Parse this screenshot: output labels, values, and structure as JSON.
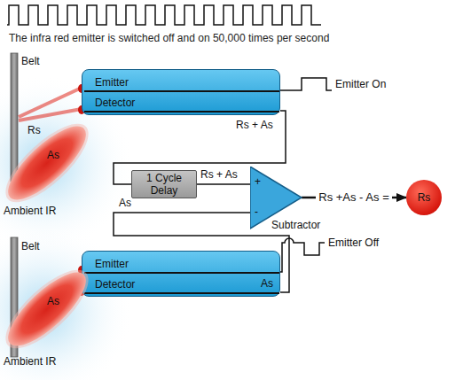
{
  "diagram": {
    "title": "The infra red emitter is switched off and on 50,000 times per second",
    "nodes": [
      {
        "text": [
          "Emitter",
          "Detector"
        ]
      },
      {
        "text": [
          "As",
          "Ambient IR"
        ]
      },
      {
        "text": [
          "1 Cycle Delay"
        ]
      },
      {
        "text": [
          "+",
          "-",
          "Subtractor"
        ]
      },
      {
        "text": [
          "Rs"
        ]
      },
      {
        "text": [
          "Emitter",
          "Detector"
        ]
      },
      {
        "text": [
          "As",
          "Ambient IR"
        ]
      }
    ],
    "edges": [
      {
        "from": 0,
        "to": 2,
        "arrow": "none",
        "label": "Rs + As"
      },
      {
        "from": 2,
        "to": 3,
        "arrow": "none",
        "label": "Rs + As"
      },
      {
        "from": 5,
        "to": 3,
        "arrow": "none",
        "label": "As"
      },
      {
        "from": 3,
        "to": 4,
        "arrow": "to",
        "label": "Rs +As - As ="
      }
    ],
    "labels": [
      "Emitter On",
      "Rs",
      "Belt",
      "As",
      "Emitter Off",
      "Belt"
    ]
  }
}
